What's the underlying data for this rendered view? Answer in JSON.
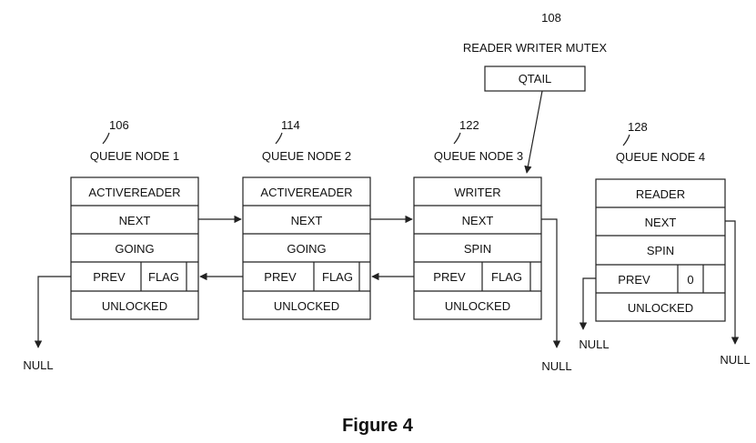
{
  "mutex": {
    "ref": "108",
    "title": "READER WRITER MUTEX",
    "field": "QTAIL"
  },
  "nodes": [
    {
      "ref": "106",
      "title": "QUEUE NODE 1",
      "rows": [
        "ACTIVEREADER",
        "NEXT",
        "GOING"
      ],
      "prev": "PREV",
      "flag": "FLAG",
      "last": "UNLOCKED"
    },
    {
      "ref": "114",
      "title": "QUEUE NODE 2",
      "rows": [
        "ACTIVEREADER",
        "NEXT",
        "GOING"
      ],
      "prev": "PREV",
      "flag": "FLAG",
      "last": "UNLOCKED"
    },
    {
      "ref": "122",
      "title": "QUEUE NODE 3",
      "rows": [
        "WRITER",
        "NEXT",
        "SPIN"
      ],
      "prev": "PREV",
      "flag": "FLAG",
      "last": "UNLOCKED"
    },
    {
      "ref": "128",
      "title": "QUEUE NODE 4",
      "rows": [
        "READER",
        "NEXT",
        "SPIN"
      ],
      "prev": "PREV",
      "flag": "0",
      "last": "UNLOCKED"
    }
  ],
  "null_labels": [
    "NULL",
    "NULL",
    "NULL",
    "NULL"
  ],
  "caption": "Figure 4"
}
